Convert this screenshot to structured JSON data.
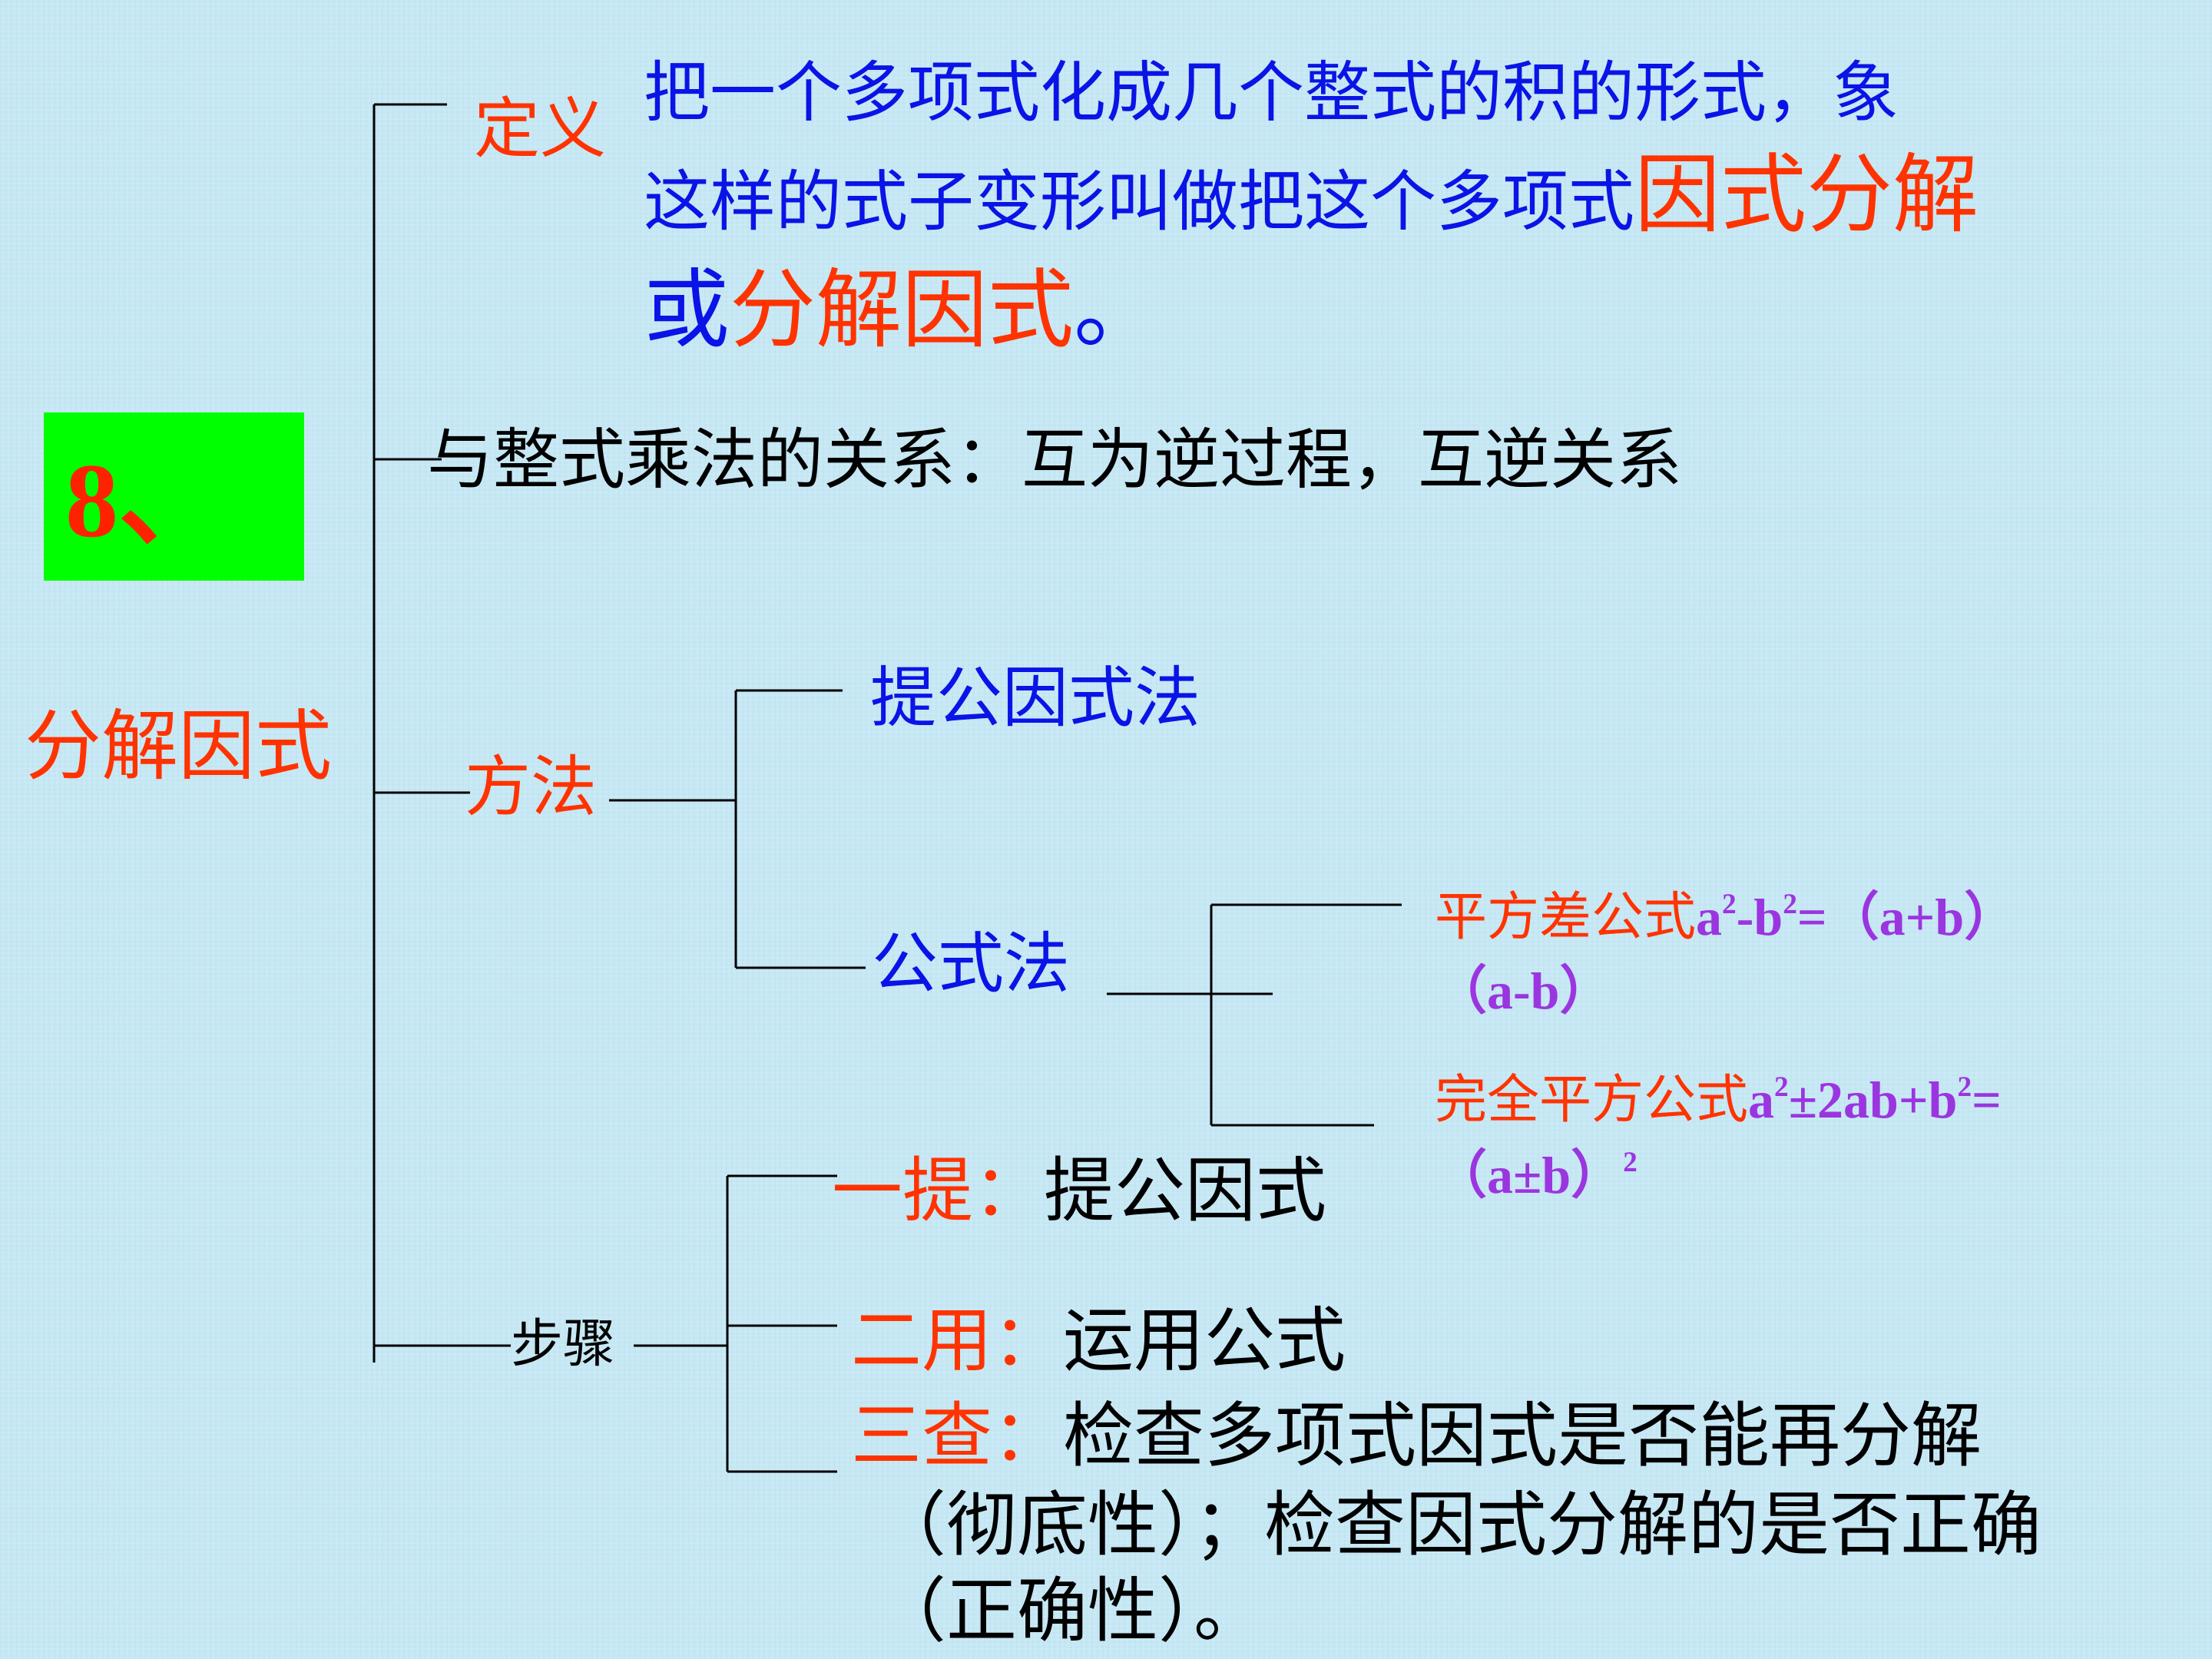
{
  "badge": {
    "label": "8、",
    "color": "#00ff00"
  },
  "root": {
    "label": "分解因式"
  },
  "definition": {
    "label": "定义",
    "line1": "把一个多项式化成几个整式的积的形式，象",
    "line2_a": "这样的式子变形叫做把这个多项式",
    "line2_b": "因式分解",
    "line3_a": "或",
    "line3_b": "分解因式",
    "line3_c": "。"
  },
  "relation": {
    "text": "与整式乘法的关系：互为逆过程，互逆关系"
  },
  "methods": {
    "label": "方法",
    "common_factor": "提公因式法",
    "formula": "公式法",
    "diff_squares": {
      "name": "平方差公式",
      "a": "a",
      "exp2": "2",
      "minus_b": "-b",
      "eq": "=（a+b）",
      "line2": "（a-b）"
    },
    "perfect_square": {
      "name": "完全平方公式",
      "a": "a",
      "exp2": "2",
      "mid": "±2ab+b",
      "eq": "=",
      "line2": "（a±b）"
    }
  },
  "steps": {
    "label": "步骤",
    "s1_label": "一提：",
    "s1_text": "提公因式",
    "s2_label": "二用：",
    "s2_text": "运用公式",
    "s3_label": "三查：",
    "s3_text1": "检查多项式因式是否能再分解",
    "s3_text2": "（彻底性）；检查因式分解的是否正确",
    "s3_text3": "（正确性）。"
  },
  "colors": {
    "red": "#ff3300",
    "blue": "#0a14e6",
    "purple": "#9b35e0",
    "background": "#c6e8f4"
  }
}
